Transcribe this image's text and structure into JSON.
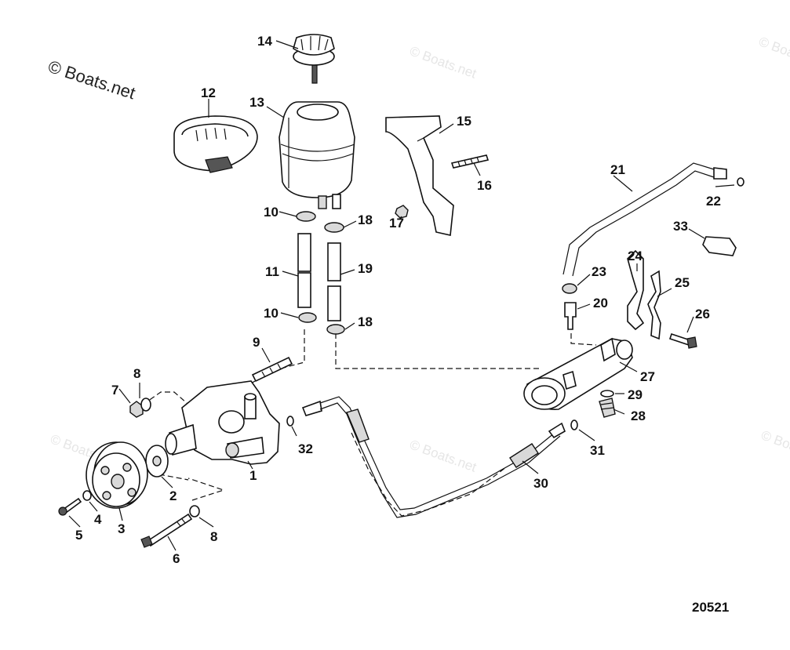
{
  "watermark": {
    "main": "© Boats.net",
    "faint": "© Boats.net"
  },
  "figure_number": "20521",
  "callouts": [
    {
      "id": "c1",
      "label": "1"
    },
    {
      "id": "c2",
      "label": "2"
    },
    {
      "id": "c3",
      "label": "3"
    },
    {
      "id": "c4",
      "label": "4"
    },
    {
      "id": "c5",
      "label": "5"
    },
    {
      "id": "c6",
      "label": "6"
    },
    {
      "id": "c7",
      "label": "7"
    },
    {
      "id": "c8a",
      "label": "8"
    },
    {
      "id": "c8b",
      "label": "8"
    },
    {
      "id": "c9",
      "label": "9"
    },
    {
      "id": "c10a",
      "label": "10"
    },
    {
      "id": "c10b",
      "label": "10"
    },
    {
      "id": "c11",
      "label": "11"
    },
    {
      "id": "c12",
      "label": "12"
    },
    {
      "id": "c13",
      "label": "13"
    },
    {
      "id": "c14",
      "label": "14"
    },
    {
      "id": "c15",
      "label": "15"
    },
    {
      "id": "c16",
      "label": "16"
    },
    {
      "id": "c17",
      "label": "17"
    },
    {
      "id": "c18a",
      "label": "18"
    },
    {
      "id": "c18b",
      "label": "18"
    },
    {
      "id": "c19",
      "label": "19"
    },
    {
      "id": "c20",
      "label": "20"
    },
    {
      "id": "c21",
      "label": "21"
    },
    {
      "id": "c22",
      "label": "22"
    },
    {
      "id": "c23",
      "label": "23"
    },
    {
      "id": "c24",
      "label": "24"
    },
    {
      "id": "c25",
      "label": "25"
    },
    {
      "id": "c26",
      "label": "26"
    },
    {
      "id": "c27",
      "label": "27"
    },
    {
      "id": "c28",
      "label": "28"
    },
    {
      "id": "c29",
      "label": "29"
    },
    {
      "id": "c30",
      "label": "30"
    },
    {
      "id": "c31",
      "label": "31"
    },
    {
      "id": "c32",
      "label": "32"
    },
    {
      "id": "c33",
      "label": "33"
    }
  ]
}
